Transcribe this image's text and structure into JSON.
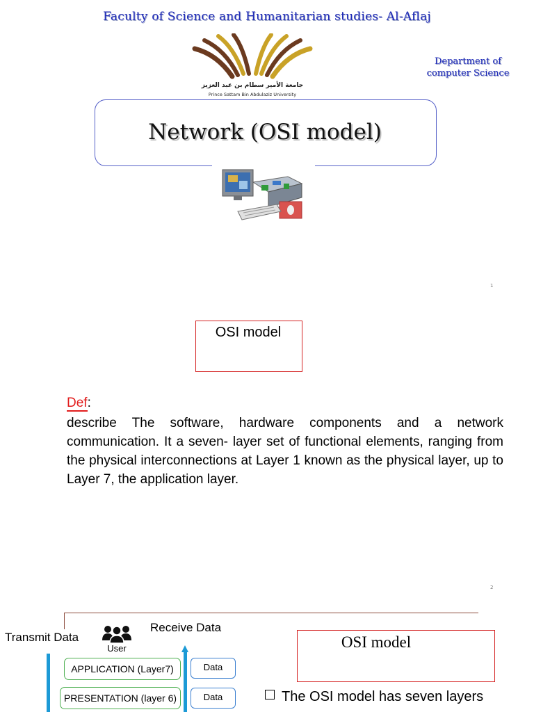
{
  "slide1": {
    "faculty": "Faculty of Science and Humanitarian studies- Al-Aflaj",
    "logo_arabic": "جامعة الأمير سطام بن عبد العزيز",
    "logo_english": "Prince Sattam Bin Abdulaziz University",
    "department_line1": "Department of",
    "department_line2": "computer Science",
    "title": "Network (OSI model)",
    "page_number": "1",
    "colors": {
      "heading_blue": "#1f2bb8",
      "logo_gold": "#c9a227",
      "logo_brown": "#6b3a1f"
    }
  },
  "slide2": {
    "box_title": "OSI model",
    "def_label": "Def",
    "def_colon": ":",
    "description": "describe The software, hardware components and a network communication. It a seven-  layer set of functional elements, ranging from the physical  interconnections at Layer 1 known as the physical layer, up to  Layer 7, the application layer.",
    "page_number": "2",
    "colors": {
      "box_border": "#d42020",
      "def_red": "#e21c1c"
    }
  },
  "slide3": {
    "transmit": "Transmit Data",
    "receive": "Receive Data",
    "user": "User",
    "layers": [
      "APPLICATION (Layer7)",
      "PRESENTATION (layer 6)"
    ],
    "data_labels": [
      "Data",
      "Data"
    ],
    "box_title": "OSI model",
    "bullet": "The OSI model has seven layers",
    "icons": [
      "users-icon",
      "arrow-up-icon",
      "checkbox-bullet-icon"
    ],
    "colors": {
      "arrow_blue": "#1c9ad6",
      "layer_green": "#4caf50",
      "data_blue": "#3a7fd0"
    }
  }
}
